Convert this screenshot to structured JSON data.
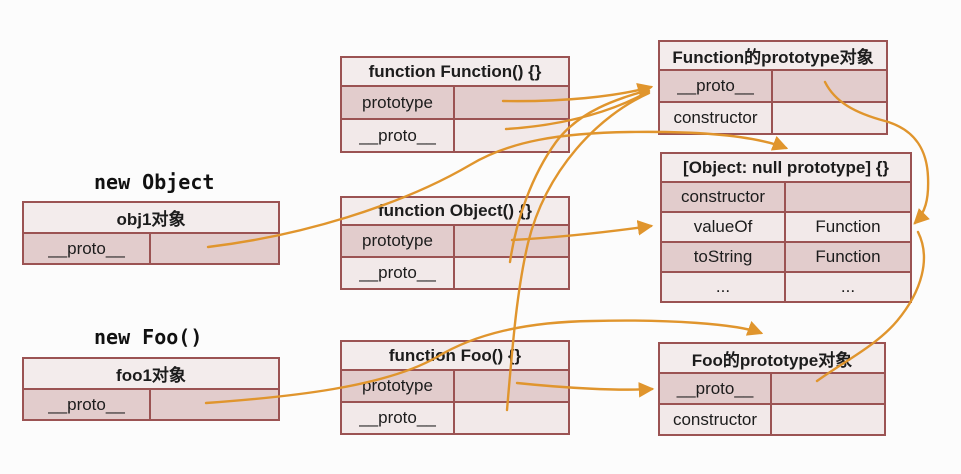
{
  "colors": {
    "background": "#fcfcfc",
    "border": "#9b5353",
    "header_bg": "#f3ecec",
    "row_dark": "#e2cccc",
    "row_light": "#f2e9e9",
    "arrow": "#e0952d",
    "text": "#1c1c1c"
  },
  "annotations": {
    "new_object": "new Object",
    "new_foo": "new Foo()"
  },
  "tables": {
    "obj1": {
      "title": "obj1对象",
      "rows": [
        {
          "label": "__proto__",
          "value": ""
        }
      ]
    },
    "foo1": {
      "title": "foo1对象",
      "rows": [
        {
          "label": "__proto__",
          "value": ""
        }
      ]
    },
    "function_function": {
      "title": "function Function() {}",
      "rows": [
        {
          "label": "prototype",
          "value": ""
        },
        {
          "label": "__proto__",
          "value": ""
        }
      ]
    },
    "function_object": {
      "title": "function Object() {}",
      "rows": [
        {
          "label": "prototype",
          "value": ""
        },
        {
          "label": "__proto__",
          "value": ""
        }
      ]
    },
    "function_foo": {
      "title": "function Foo() {}",
      "rows": [
        {
          "label": "prototype",
          "value": ""
        },
        {
          "label": "__proto__",
          "value": ""
        }
      ]
    },
    "function_prototype_obj": {
      "title": "Function的prototype对象",
      "rows": [
        {
          "label": "__proto__",
          "value": ""
        },
        {
          "label": "constructor",
          "value": ""
        }
      ]
    },
    "object_null_prototype": {
      "title": "[Object: null prototype] {}",
      "rows": [
        {
          "label": "constructor",
          "value": ""
        },
        {
          "label": "valueOf",
          "value": "Function"
        },
        {
          "label": "toString",
          "value": "Function"
        },
        {
          "label": "...",
          "value": "..."
        }
      ]
    },
    "foo_prototype_obj": {
      "title": "Foo的prototype对象",
      "rows": [
        {
          "label": "__proto__",
          "value": ""
        },
        {
          "label": "constructor",
          "value": ""
        }
      ]
    }
  },
  "arrows": [
    {
      "name": "obj1-proto-to-object-null-prototype",
      "from": "obj1对象.__proto__",
      "to": "[Object: null prototype] {}"
    },
    {
      "name": "function-prototype-to-function-prototype-obj",
      "from": "function Function() {}.prototype",
      "to": "Function的prototype对象.__proto__"
    },
    {
      "name": "function-proto-to-function-prototype-obj",
      "from": "function Function() {}.__proto__",
      "to": "Function的prototype对象.__proto__"
    },
    {
      "name": "object-proto-to-function-prototype-obj",
      "from": "function Object() {}.__proto__",
      "to": "Function的prototype对象.__proto__"
    },
    {
      "name": "foo-proto-to-function-prototype-obj",
      "from": "function Foo() {}.__proto__",
      "to": "Function的prototype对象.__proto__"
    },
    {
      "name": "object-prototype-to-object-null-prototype",
      "from": "function Object() {}.prototype",
      "to": "[Object: null prototype] {}.valueOf"
    },
    {
      "name": "function-prototype-obj-proto-to-object-null-prototype",
      "from": "Function的prototype对象.__proto__",
      "to": "[Object: null prototype] {}"
    },
    {
      "name": "foo1-proto-to-foo-prototype-obj",
      "from": "foo1对象.__proto__",
      "to": "Foo的prototype对象"
    },
    {
      "name": "foo-prototype-to-foo-prototype-obj",
      "from": "function Foo() {}.prototype",
      "to": "Foo的prototype对象.__proto__"
    },
    {
      "name": "foo-prototype-obj-proto-to-object-null-prototype",
      "from": "Foo的prototype对象.__proto__",
      "to": "[Object: null prototype] {}"
    }
  ]
}
